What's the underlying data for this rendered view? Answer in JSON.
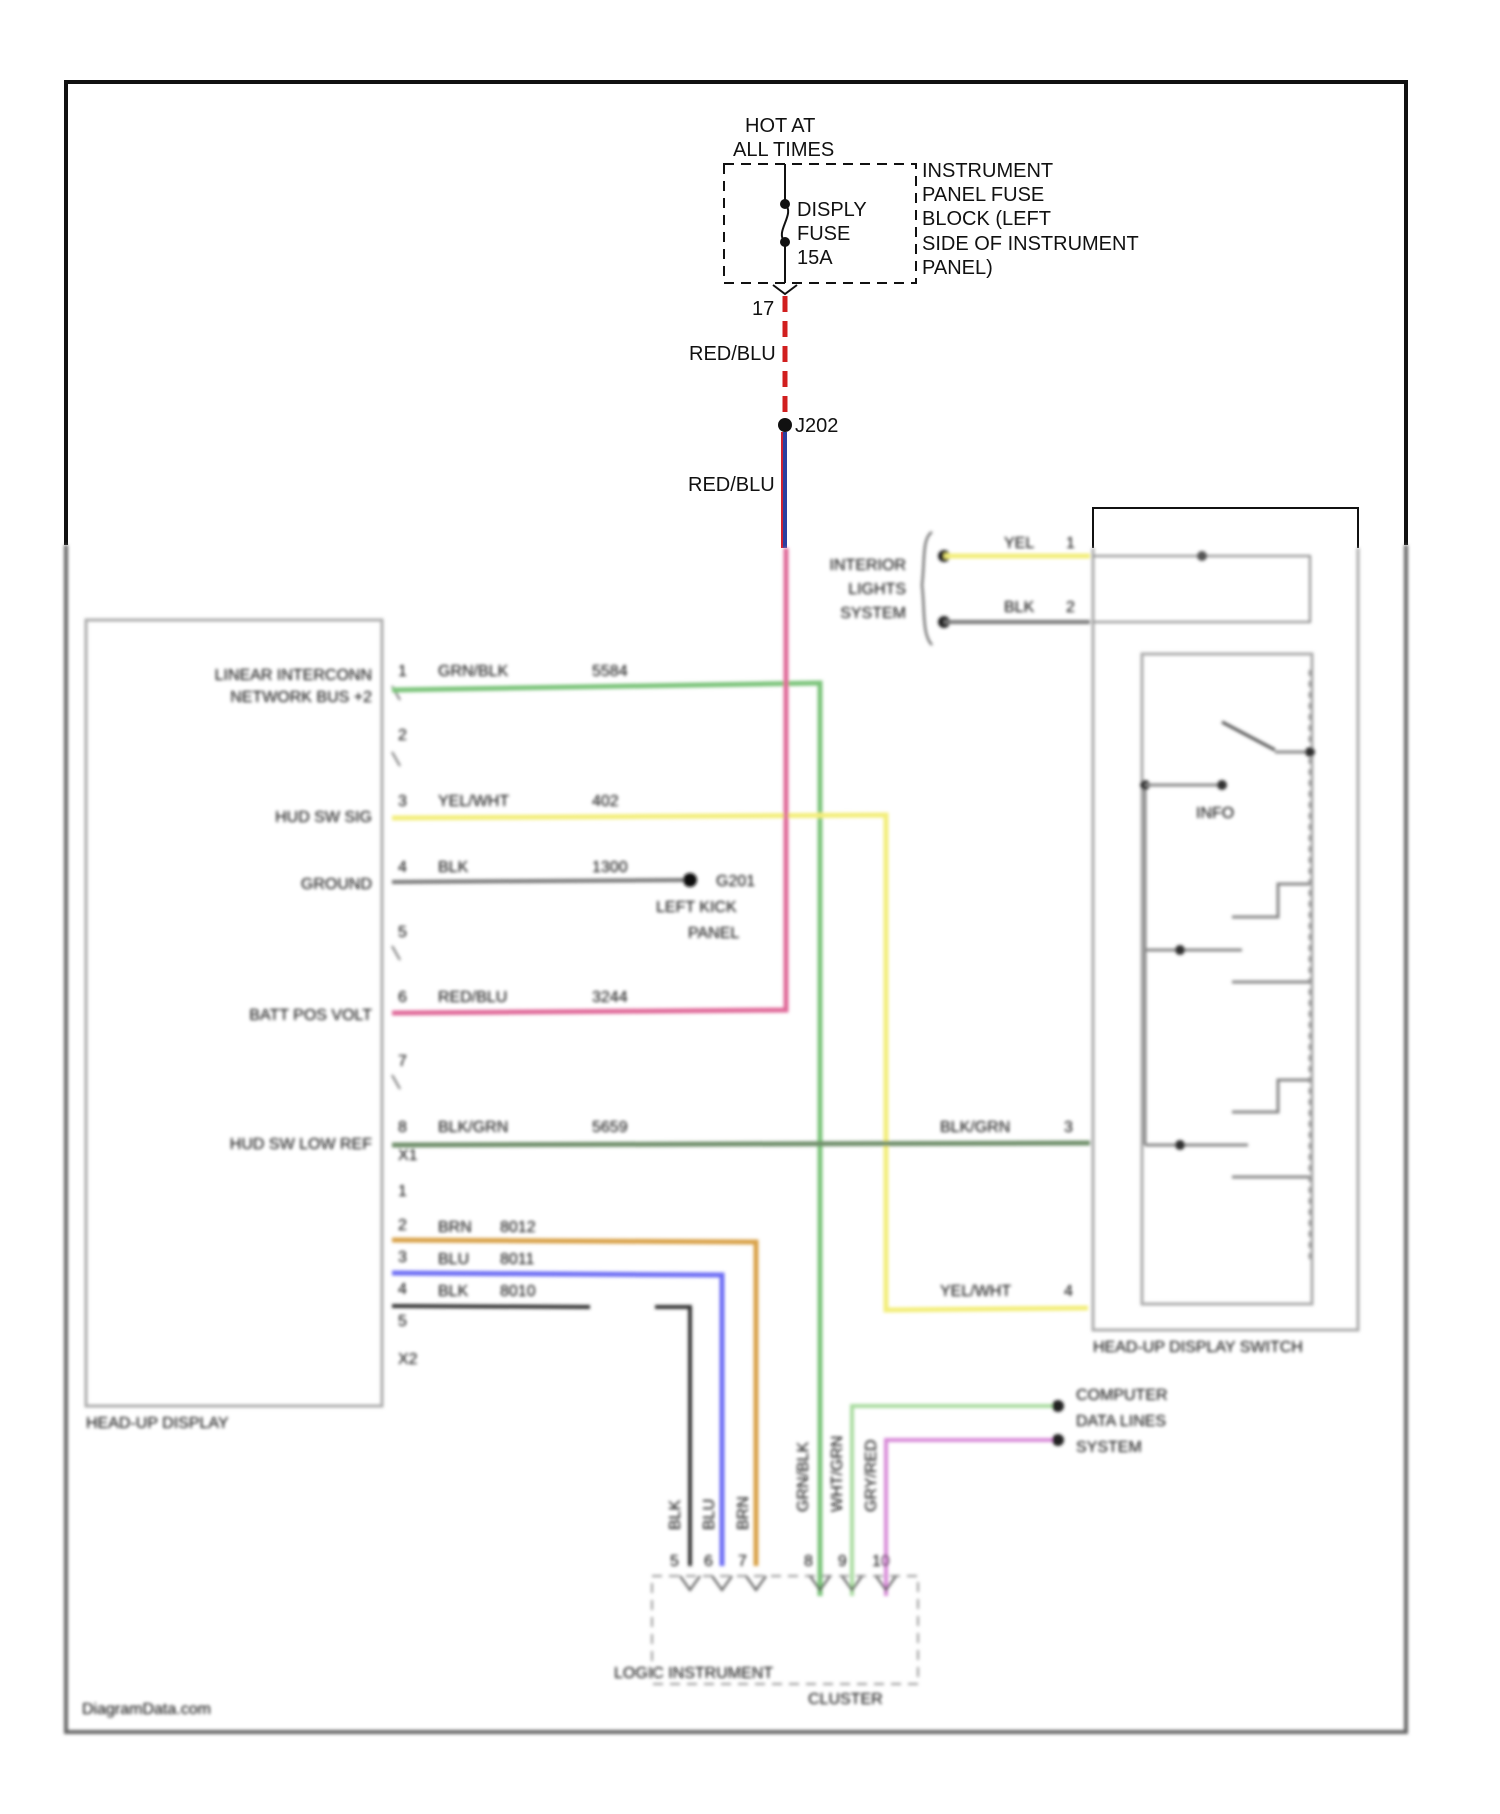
{
  "fuse_block": {
    "hot_line1": "HOT AT",
    "hot_line2": "ALL TIMES",
    "fuse_line1": "DISPLY",
    "fuse_line2": "FUSE",
    "fuse_line3": "15A",
    "block_line1": "INSTRUMENT",
    "block_line2": "PANEL FUSE",
    "block_line3": "BLOCK (LEFT",
    "block_line4": "SIDE OF INSTRUMENT",
    "block_line5": "PANEL)",
    "terminal": "17"
  },
  "wire_top": {
    "color_label_upper": "RED/BLU",
    "splice": "J202",
    "color_label_lower": "RED/BLU"
  },
  "interior": {
    "line1": "INTERIOR",
    "line2": "LIGHTS",
    "line3": "SYSTEM",
    "wire1_color": "YEL",
    "wire1_pin": "1",
    "wire2_color": "BLK",
    "wire2_pin": "2"
  },
  "hud": {
    "title": "HEAD-UP DISPLAY",
    "pins": [
      {
        "pin": "1",
        "name_line1": "LINEAR INTERCONN",
        "name_line2": "NETWORK BUS +2",
        "wire": "GRN/BLK",
        "circuit": "5584"
      },
      {
        "pin": "2"
      },
      {
        "pin": "3",
        "name_line1": "HUD SW SIG",
        "wire": "YEL/WHT",
        "circuit": "402"
      },
      {
        "pin": "4",
        "name_line1": "GROUND",
        "wire": "BLK",
        "circuit": "1300"
      },
      {
        "pin": "5"
      },
      {
        "pin": "6",
        "name_line1": "BATT POS VOLT",
        "wire": "RED/BLU",
        "circuit": "3244"
      },
      {
        "pin": "7"
      },
      {
        "pin": "8",
        "name_line1": "HUD SW LOW REF",
        "wire": "BLK/GRN",
        "circuit": "5659"
      }
    ],
    "x1": "X1",
    "lower_pins": [
      {
        "pin": "1"
      },
      {
        "pin": "2",
        "wire": "BRN",
        "circuit": "8012"
      },
      {
        "pin": "3",
        "wire": "BLU",
        "circuit": "8011"
      },
      {
        "pin": "4",
        "wire": "BLK",
        "circuit": "8010"
      },
      {
        "pin": "5"
      }
    ],
    "x2": "X2"
  },
  "ground": {
    "name": "G201",
    "line1": "LEFT KICK",
    "line2": "PANEL"
  },
  "switch": {
    "title": "HEAD-UP DISPLAY SWITCH",
    "info": "INFO",
    "pin_blkgrn": "3",
    "wire_blkgrn": "BLK/GRN",
    "pin_yelwht": "4",
    "wire_yelwht": "YEL/WHT"
  },
  "computer": {
    "line1": "COMPUTER",
    "line2": "DATA LINES",
    "line3": "SYSTEM"
  },
  "cluster": {
    "title_line1": "LOGIC INSTRUMENT",
    "title_line2": "CLUSTER",
    "vertical_labels": [
      "BLK",
      "BLU",
      "BRN",
      "GRN/BLK",
      "WHT/GRN",
      "GRY/RED"
    ],
    "pins": [
      "5",
      "6",
      "7",
      "8",
      "9",
      "10"
    ]
  },
  "footer": {
    "watermark": "DiagramData.com"
  },
  "colors": {
    "red_blu_dash": "#d11f1f",
    "red_blu_solid": "#2a3fa0",
    "pink": "#e06a9a",
    "green": "#7cc47a",
    "yellow": "#f3ee7a",
    "gray": "#777777",
    "blk_grn": "#6f8f6a",
    "brown": "#d9a24a",
    "blue": "#6e6ef4",
    "black": "#333333",
    "lt_green": "#a9dca0",
    "violet": "#d88ad8"
  }
}
